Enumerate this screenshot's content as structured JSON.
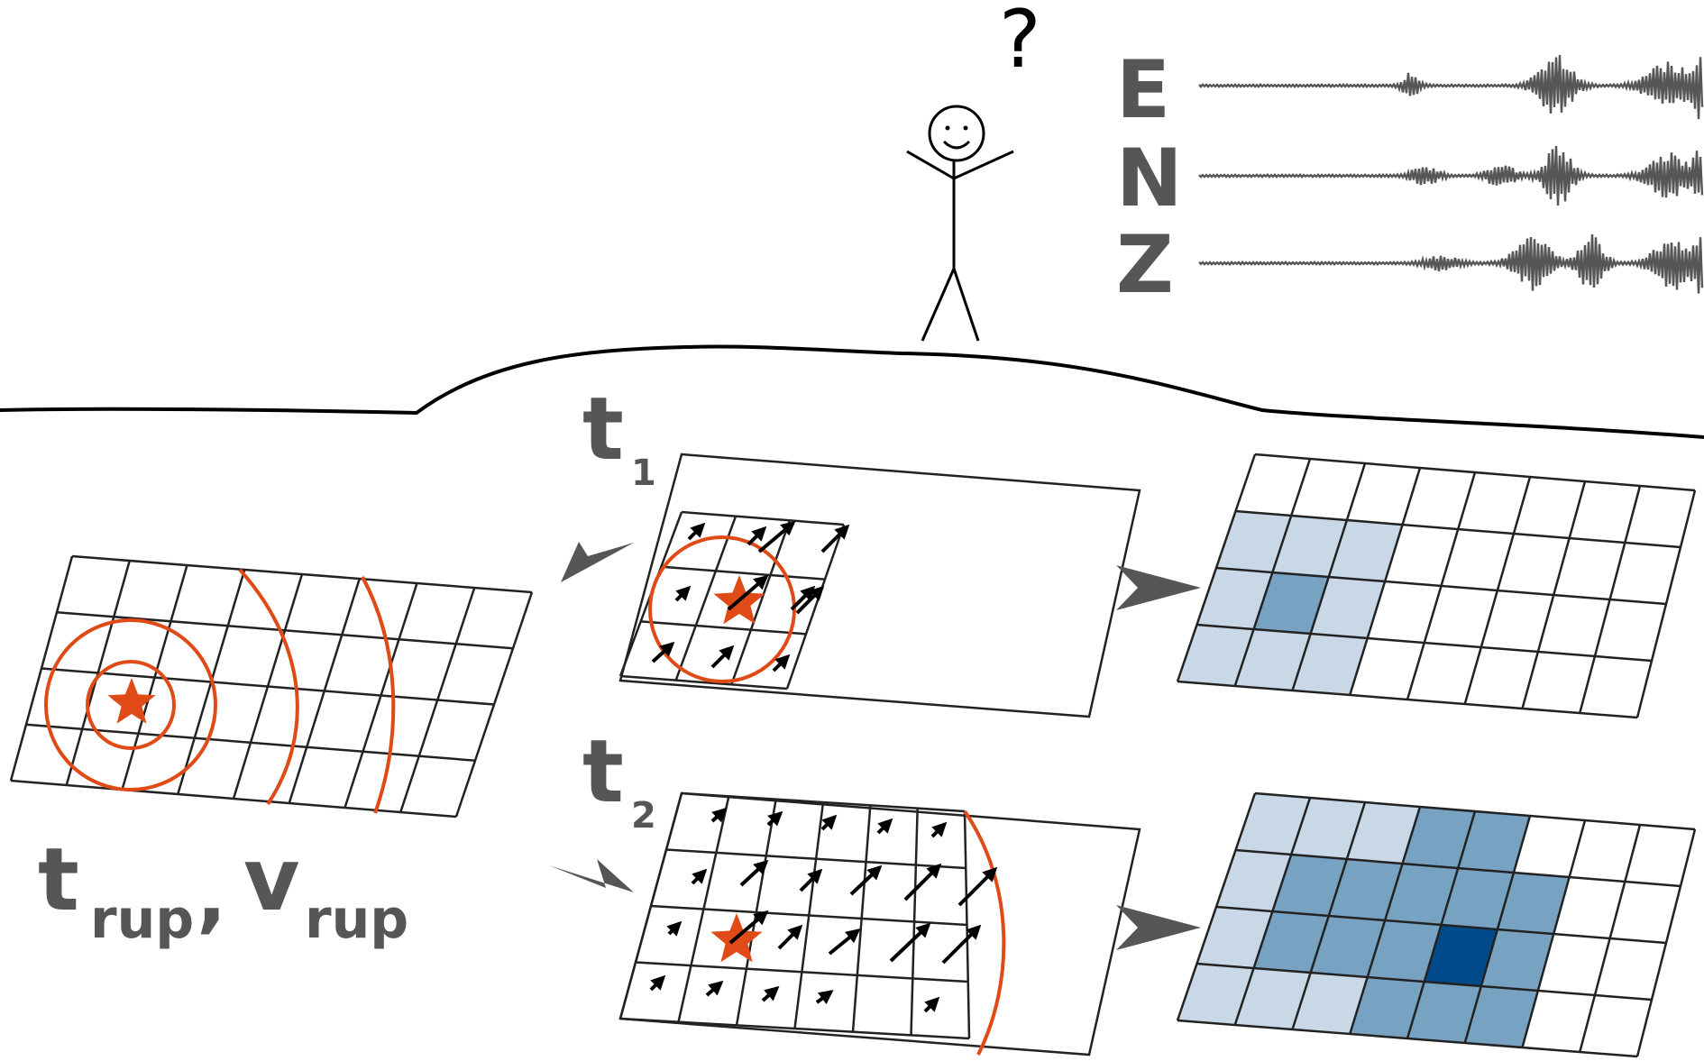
{
  "labels": {
    "question_mark": "?",
    "components": [
      "E",
      "N",
      "Z"
    ],
    "t1_main": "t",
    "t1_sub": "1",
    "t2_main": "t",
    "t2_sub": "2",
    "trup_main": "t",
    "trup_sub": "rup",
    "comma": ",",
    "vrup_main": "v",
    "vrup_sub": "rup"
  },
  "colors": {
    "rupture": "#e04a17",
    "label_gray": "#555754",
    "grid_line": "#222222",
    "blue_light": "#c9d8e6",
    "blue_mid": "#78a2c2",
    "blue_dark": "#004a8c",
    "arrowhead_gray": "#555754"
  },
  "grids": {
    "input_rows": 4,
    "input_cols": 8,
    "output_rows": 4,
    "output_cols": 8,
    "t1_slip_levels": [
      [
        0,
        0,
        0,
        0,
        0,
        0,
        0,
        0
      ],
      [
        1,
        1,
        1,
        0,
        0,
        0,
        0,
        0
      ],
      [
        1,
        2,
        1,
        0,
        0,
        0,
        0,
        0
      ],
      [
        1,
        1,
        1,
        0,
        0,
        0,
        0,
        0
      ]
    ],
    "t2_slip_levels": [
      [
        1,
        1,
        1,
        2,
        2,
        0,
        0,
        0
      ],
      [
        1,
        2,
        2,
        2,
        2,
        2,
        0,
        0
      ],
      [
        1,
        2,
        2,
        2,
        3,
        2,
        0,
        0
      ],
      [
        1,
        1,
        1,
        2,
        2,
        2,
        0,
        0
      ]
    ]
  }
}
